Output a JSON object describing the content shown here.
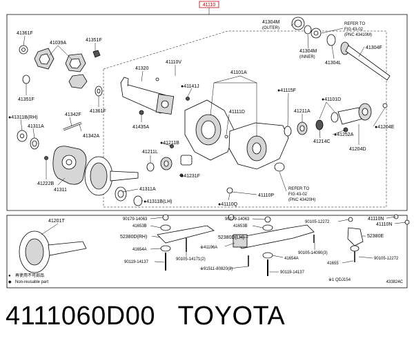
{
  "diagram": {
    "header_code": "41110",
    "figure_code": "433824C",
    "legend": [
      {
        "mark": "●",
        "text": "再使用不可部品"
      },
      {
        "mark": "◆",
        "text": "Non-reusable part"
      }
    ],
    "labels": {
      "p41361F_top": "41361F",
      "p41039A": "41039A",
      "p41351F_top": "41351F",
      "p41351F_bot": "41351F",
      "p41361F_bot": "41361F",
      "p41342F": "41342F",
      "p41342A": "41342A",
      "p41311B_RH": "●41311B(RH)",
      "p41311A_l": "41311A",
      "p41222B": "41222B",
      "p41311": "41311",
      "p41320": "41320",
      "p41110V": "41110V",
      "p41141J": "●41141J",
      "p41435A": "41435A",
      "p41211B": "●41211B",
      "p41211L": "41211L",
      "p41231F": "●41231F",
      "p41311A_r": "41311A",
      "p41311B_LH": "●41311B(LH)",
      "p41101A": "41101A",
      "p41111D": "41111D",
      "p41115F": "●41115F",
      "p41211A": "41211A",
      "p41101D": "●41101D",
      "p41204E": "●41204E",
      "p41252A": "●41252A",
      "p41214C": "41214C",
      "p41204D": "41204D",
      "p41304M_outer": "41304M",
      "outer": "(OUTER)",
      "p41304M_inner": "41304M",
      "inner": "(INNER)",
      "p41304L": "41304L",
      "p41304F": "41304F",
      "refer_top_1": "REFER TO",
      "refer_top_2": "FIG 43-02",
      "refer_top_3": "(PNC 43410M)",
      "refer_mid_1": "REFER TO",
      "refer_mid_2": "FIG 43-02",
      "refer_mid_3": "(PNC 43420H)",
      "p41110P": "41110P",
      "p41110Q": "●41110Q",
      "p41110N_a": "41110N",
      "p41110N_b": "41110N",
      "p41201T": "41201T",
      "b90179_l": "90179-14063",
      "b41653B_l": "41653B",
      "b52380D_RH": "52380D(RH)",
      "b41654A_l": "41654A",
      "b90119_l": "90119-14137",
      "b90105_14171": "90105-14171(2)",
      "b41196A": "※41196A",
      "b91511": "※91511-80820(2)",
      "b90179_r": "90179-14063",
      "b41653B_r": "41653B",
      "b52380D_LH": "52380D(LH)",
      "b90105_12272_a": "90105-12272",
      "b52380E": "52380E",
      "b90105_14090": "90105-14090(3)",
      "b41654A_r": "41654A",
      "b90119_r": "90119-14137",
      "b41655": "41655",
      "b90105_12272_b": "90105-12272",
      "b_qdj154": "※1 QDJ154"
    }
  },
  "caption": {
    "part_number": "4111060D00",
    "brand": "TOYOTA"
  }
}
